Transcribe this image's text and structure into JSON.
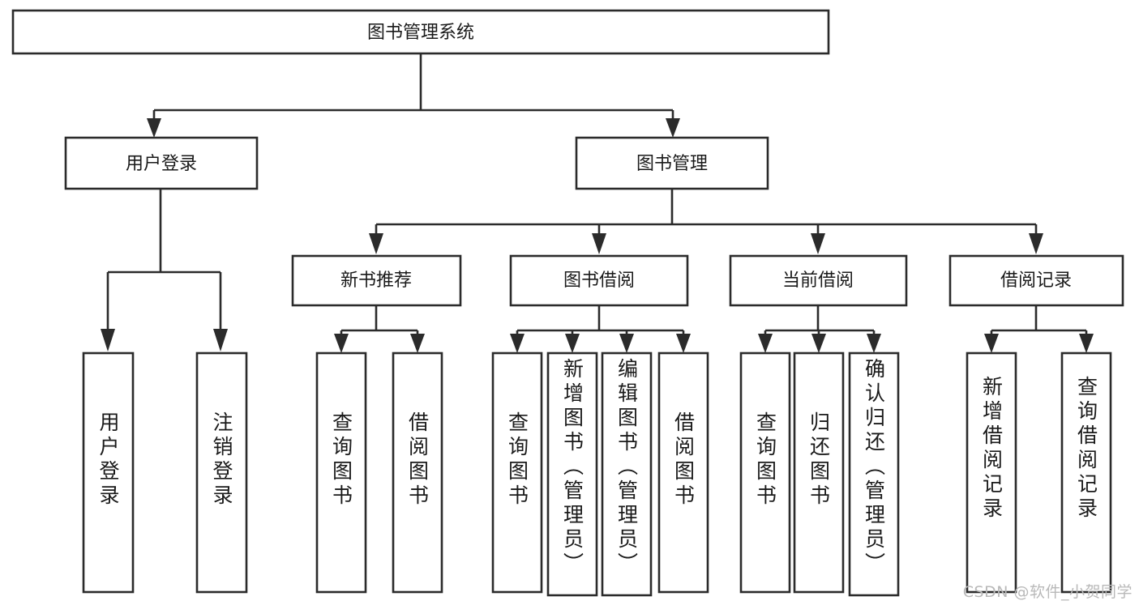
{
  "diagram": {
    "title": "图书管理系统",
    "type": "tree-hierarchy-chart",
    "orientation": "top-down",
    "colors": {
      "box_fill": "#ffffff",
      "box_stroke": "#2b2b2b",
      "text": "#1a1a1a",
      "background": "#ffffff",
      "watermark": "#b9b9b9"
    }
  },
  "root": {
    "label": "图书管理系统"
  },
  "level2": [
    {
      "label": "用户登录"
    },
    {
      "label": "图书管理"
    }
  ],
  "level3": [
    {
      "label": "新书推荐"
    },
    {
      "label": "图书借阅"
    },
    {
      "label": "当前借阅"
    },
    {
      "label": "借阅记录"
    }
  ],
  "leaves": {
    "user_login": [
      {
        "label": "用户登录"
      },
      {
        "label": "注销登录"
      }
    ],
    "new_book_recommend": [
      {
        "label": "查询图书"
      },
      {
        "label": "借阅图书"
      }
    ],
    "book_borrow": [
      {
        "label": "查询图书"
      },
      {
        "label": "新增图书（管理员）"
      },
      {
        "label": "编辑图书（管理员）"
      },
      {
        "label": "借阅图书"
      }
    ],
    "current_borrow": [
      {
        "label": "查询图书"
      },
      {
        "label": "归还图书"
      },
      {
        "label": "确认归还（管理员）"
      }
    ],
    "borrow_record": [
      {
        "label": "新增借阅记录"
      },
      {
        "label": "查询借阅记录"
      }
    ]
  },
  "watermark": {
    "text": "CSDN @软件_小贺同学"
  }
}
